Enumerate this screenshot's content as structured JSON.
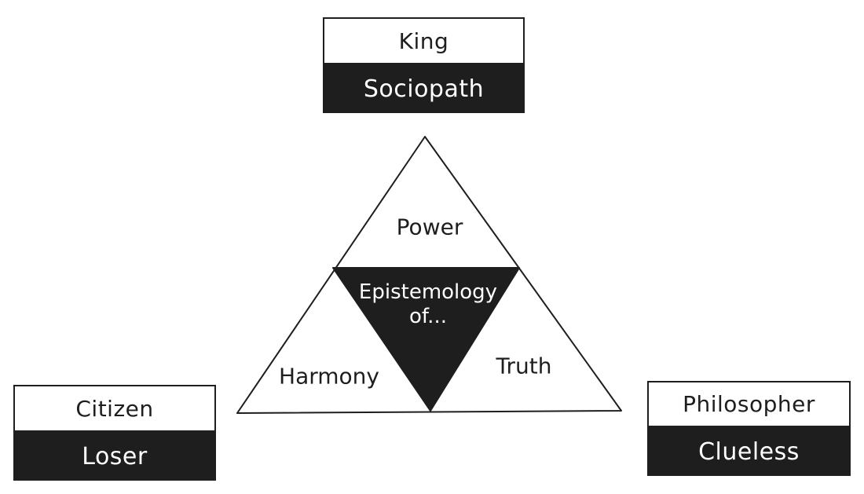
{
  "colors": {
    "ink": "#1e1e1e",
    "paper": "#ffffff"
  },
  "boxes": {
    "king": {
      "top": "King",
      "bottom": "Sociopath"
    },
    "citizen": {
      "top": "Citizen",
      "bottom": "Loser"
    },
    "philosopher": {
      "top": "Philosopher",
      "bottom": "Clueless"
    }
  },
  "triangle": {
    "top": "Power",
    "left": "Harmony",
    "right": "Truth",
    "center_line1": "Epistemology",
    "center_line2": "of..."
  }
}
